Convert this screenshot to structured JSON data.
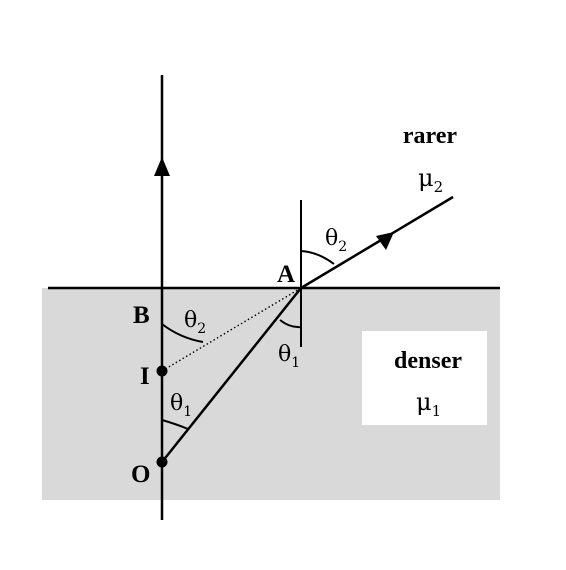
{
  "points": {
    "A": "A",
    "B": "B",
    "I": "I",
    "O": "O"
  },
  "media": {
    "rarer": {
      "name": "rarer",
      "symbol": "μ",
      "subscript": "2"
    },
    "denser": {
      "name": "denser",
      "symbol": "μ",
      "subscript": "1"
    }
  },
  "angles": {
    "theta": "θ",
    "sub1": "1",
    "sub2": "2"
  },
  "colors": {
    "denser_fill": "#d9d9d9",
    "label_box": "#ffffff",
    "ink": "#000000"
  }
}
